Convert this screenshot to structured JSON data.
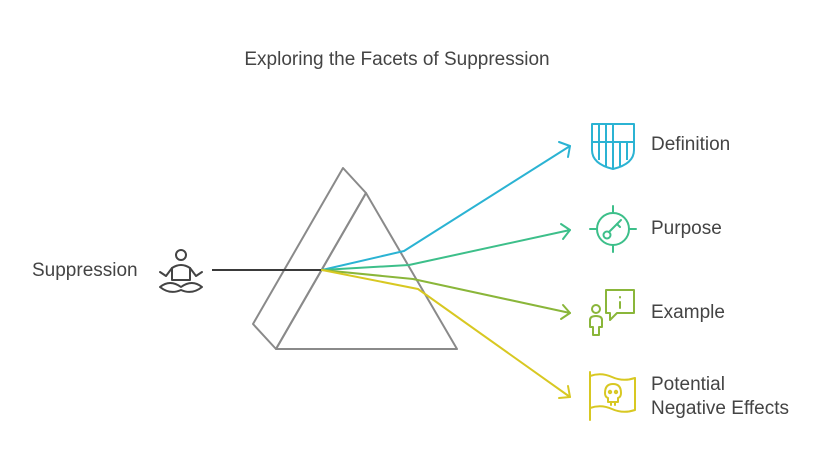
{
  "title": "Exploring the Facets of Suppression",
  "source": {
    "label": "Suppression",
    "icon": "meditating-person-icon"
  },
  "outputs": [
    {
      "label": "Definition",
      "color": "#2bb3d3",
      "icon": "shield-icon"
    },
    {
      "label": "Purpose",
      "color": "#3dbf8a",
      "icon": "target-key-icon"
    },
    {
      "label": "Example",
      "color": "#8ab63a",
      "icon": "person-info-icon"
    },
    {
      "label": "Potential Negative Effects",
      "line1": "Potential",
      "line2": "Negative Effects",
      "color": "#d8c822",
      "icon": "skull-flag-icon"
    }
  ],
  "colors": {
    "prism": "#8a8a8a",
    "beam": "#3a3a3a",
    "text": "#444444"
  }
}
